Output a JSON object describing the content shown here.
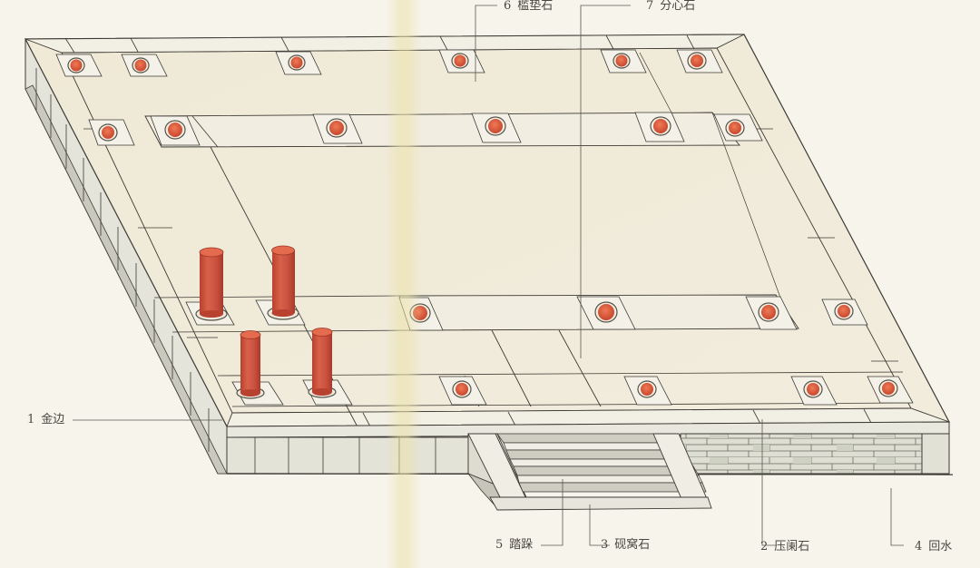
{
  "figure": {
    "subject": "台基 (platform foundation) isometric illustration",
    "colors": {
      "background": "#f7f4ec",
      "platform_top": "#efe9d8",
      "stone_light": "#f2efe6",
      "stone_shadow": "#d9d7cc",
      "brick": "#dcdccf",
      "column_red": "#c9513f",
      "column_top": "#e2664b",
      "line": "#3d3a35"
    }
  },
  "labels": [
    {
      "id": "jinbian",
      "number": "1",
      "text": "金边"
    },
    {
      "id": "yalanshi",
      "number": "2",
      "text": "压阑石"
    },
    {
      "id": "yanwoshi",
      "number": "3",
      "text": "砚窝石"
    },
    {
      "id": "huishui",
      "number": "4",
      "text": "回水"
    },
    {
      "id": "taduo",
      "number": "5",
      "text": "踏跺"
    },
    {
      "id": "kandianshi",
      "number": "6",
      "text": "槛垫石"
    },
    {
      "id": "fenxinshi",
      "number": "7",
      "text": "分心石"
    }
  ],
  "elements": {
    "column_bases_count": 18,
    "standing_columns_count": 4,
    "stair_steps_count": 4
  }
}
